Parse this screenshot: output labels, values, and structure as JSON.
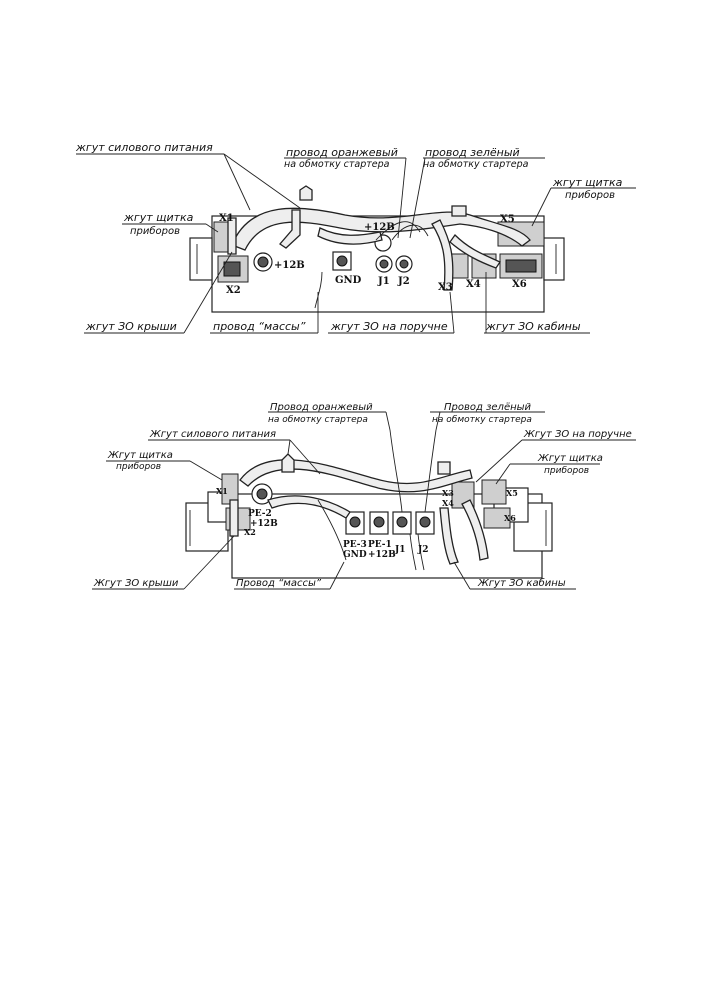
{
  "diagram1": {
    "labels": {
      "power_harness": "жгут силового питания",
      "orange_wire_line1": "провод оранжевый",
      "orange_wire_line2": "на обмотку стартера",
      "green_wire_line1": "провод зелёный",
      "green_wire_line2": "на обмотку стартера",
      "panel_harness_r_line1": "жгут щитка",
      "panel_harness_r_line2": "приборов",
      "panel_harness_l_line1": "жгут щитка",
      "panel_harness_l_line2": "приборов",
      "roof_harness": "жгут ЗО крыши",
      "ground_wire": "провод “массы”",
      "handrail_harness": "жгут ЗО на поручне",
      "cabin_harness": "жгут ЗО кабины"
    },
    "terminals": {
      "x1": "X1",
      "x2": "X2",
      "x3": "X3",
      "x4": "X4",
      "x5": "X5",
      "x6": "X6",
      "plus12_left": "+12В",
      "plus12_top": "+12В",
      "gnd": "GND",
      "j1": "J1",
      "j2": "J2"
    }
  },
  "diagram2": {
    "labels": {
      "orange_wire_line1": "Провод оранжевый",
      "orange_wire_line2": "на обмотку стартера",
      "green_wire_line1": "Провод зелёный",
      "green_wire_line2": "на обмотку стартера",
      "power_harness": "Жгут силового питания",
      "handrail_harness": "Жгут ЗО на поручне",
      "panel_harness_l_line1": "Жгут щитка",
      "panel_harness_l_line2": "приборов",
      "panel_harness_r_line1": "Жгут щитка",
      "panel_harness_r_line2": "приборов",
      "roof_harness": "Жгут ЗО крыши",
      "ground_wire": "Провод “массы”",
      "cabin_harness": "Жгут ЗО кабины"
    },
    "terminals": {
      "x1": "X1",
      "x2": "X2",
      "x3": "X3",
      "x4": "X4",
      "x5": "X5",
      "x6": "X6",
      "pe2": "PE-2",
      "pe2_sub": "+12В",
      "pe3": "PE-3",
      "pe3_sub": "GND",
      "pe1": "PE-1",
      "pe1_sub": "+12В",
      "j1": "J1",
      "j2": "J2"
    }
  }
}
